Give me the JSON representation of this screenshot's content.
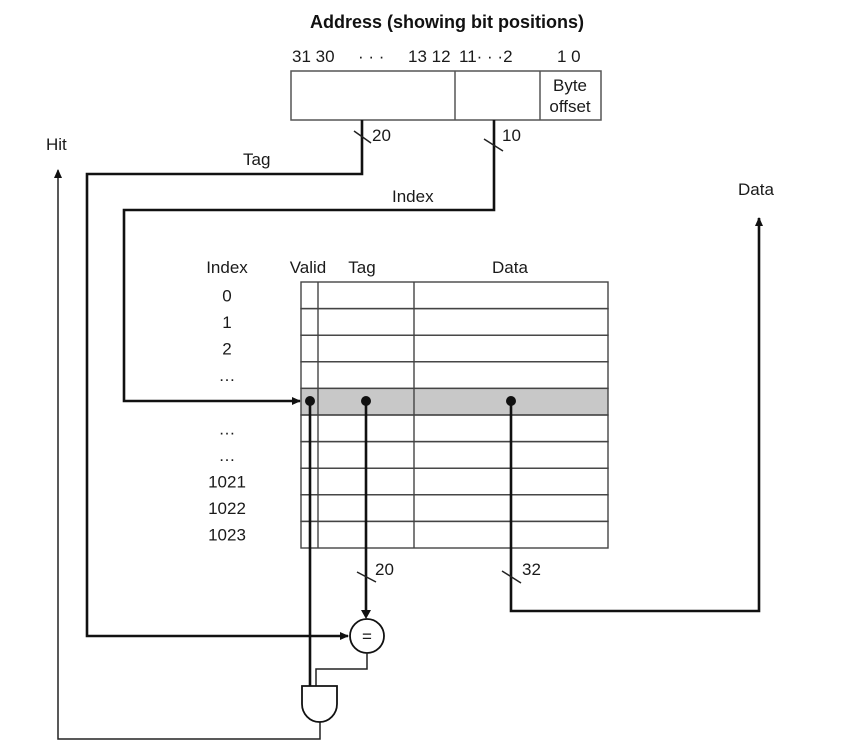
{
  "title": "Address (showing bit positions)",
  "address": {
    "bit_labels": {
      "high": "31 30",
      "high_dots": "· · ·",
      "mid": "13 12",
      "low": "11· · ·2",
      "byte": "1 0"
    },
    "fields": [
      {
        "name": "tag",
        "label": ""
      },
      {
        "name": "index",
        "label": ""
      },
      {
        "name": "byte-offset",
        "label_line1": "Byte",
        "label_line2": "offset"
      }
    ]
  },
  "wires": {
    "tag_width": "20",
    "index_width": "10",
    "tag_label": "Tag",
    "index_label": "Index",
    "compare_width": "20",
    "data_width": "32",
    "hit_label": "Hit",
    "data_out_label": "Data"
  },
  "table": {
    "headers": {
      "index": "Index",
      "valid": "Valid",
      "tag": "Tag",
      "data": "Data"
    },
    "rows": [
      "0",
      "1",
      "2",
      "…",
      "",
      "…",
      "…",
      "1021",
      "1022",
      "1023"
    ],
    "highlight_row": 4,
    "highlight_color": "#c8c8c8"
  },
  "comparator": {
    "symbol": "="
  }
}
